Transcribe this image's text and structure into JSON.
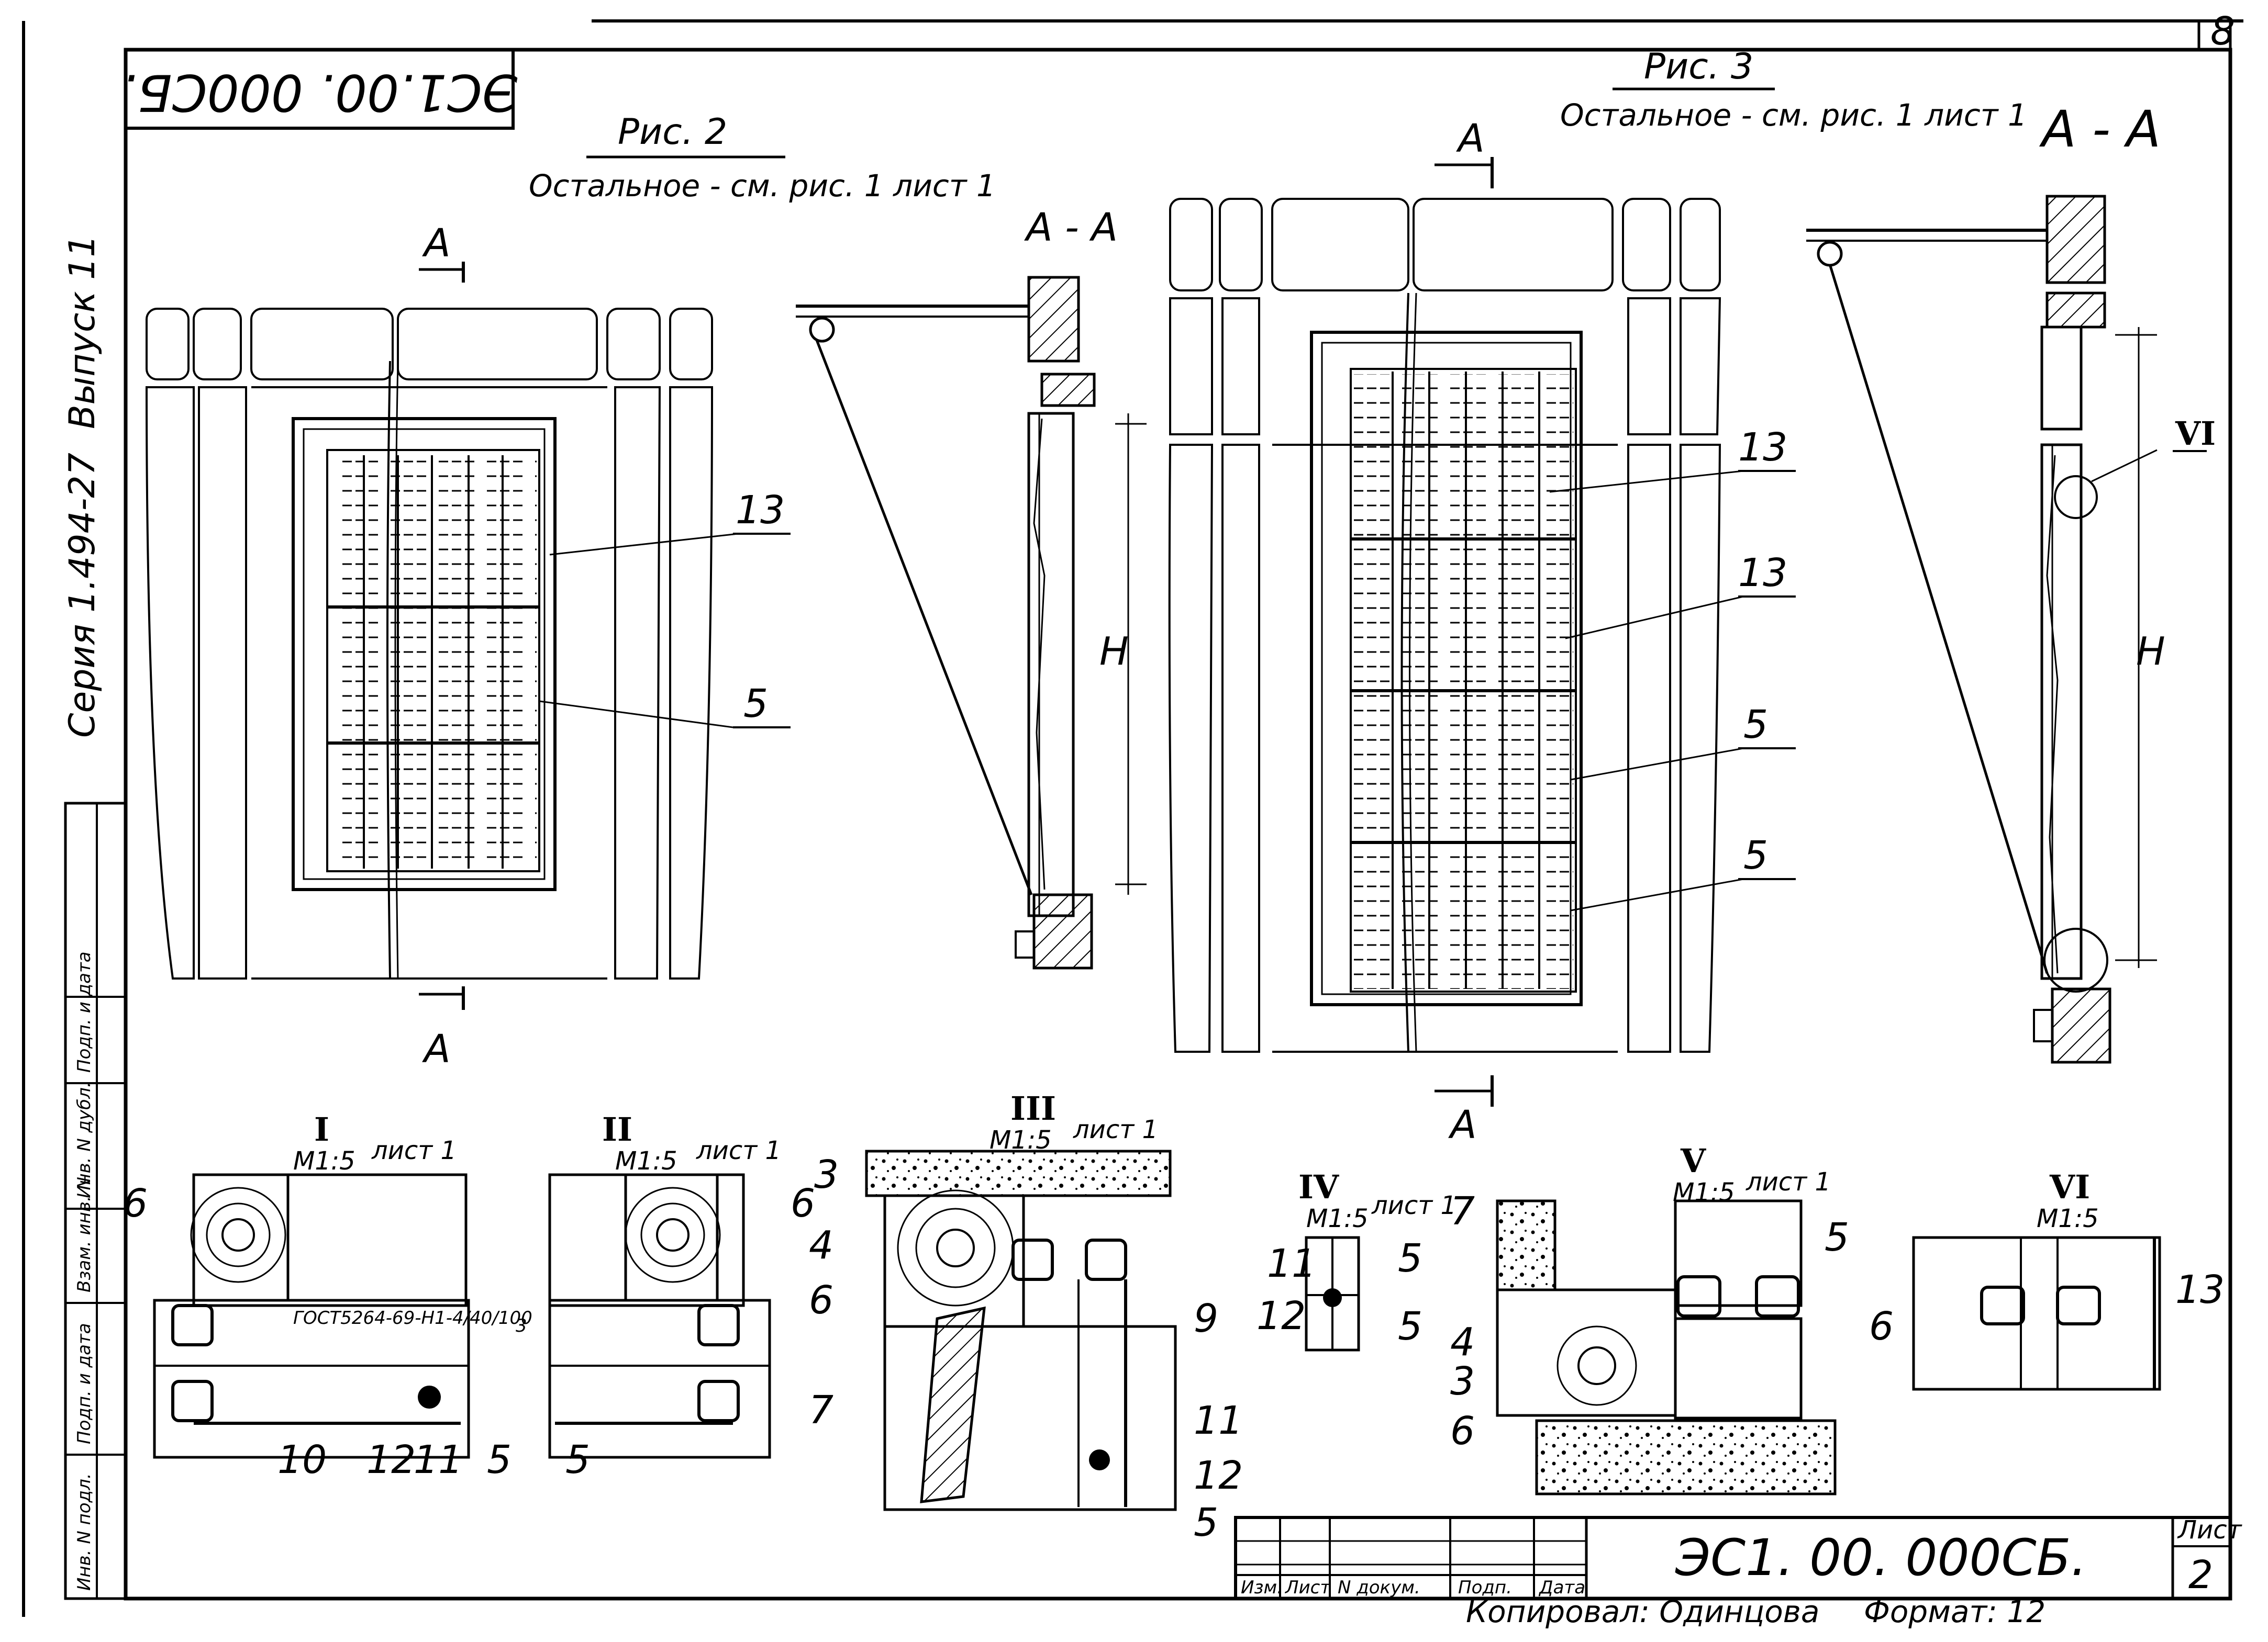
{
  "corner_code": "ЭС1.00. 000СБ.",
  "sheet_number_top": "8",
  "series_label": "Серия 1.494-27",
  "issue_label": "Выпуск 11",
  "margin_stamp": [
    "Инв. N подл.",
    "Подп. и дата",
    "Взам. инв. N",
    "Инв. N дубл.",
    "Подп. и дата"
  ],
  "fig2": {
    "title": "Рис. 2",
    "subtitle": "Остальное - см. рис. 1 лист 1",
    "section_letter": "А",
    "section_label": "А - А",
    "callouts": [
      "13",
      "5"
    ],
    "dimension": "Н"
  },
  "fig3": {
    "title": "Рис. 3",
    "subtitle": "Остальное - см. рис. 1 лист 1",
    "section_letter": "А",
    "section_label": "А - А",
    "callouts": [
      "13",
      "13",
      "5",
      "5"
    ],
    "dimension": "Н",
    "detail_mark": "VI"
  },
  "details": [
    {
      "mark": "I",
      "scale": "М1:5",
      "sheet": "лист 1",
      "callouts": [
        "6",
        "10",
        "12",
        "11",
        "5"
      ],
      "note": "ГОСТ5264-69-Н1-4/40/100",
      "note_num": "3"
    },
    {
      "mark": "II",
      "scale": "М1:5",
      "sheet": "лист 1",
      "callouts": [
        "6",
        "5"
      ]
    },
    {
      "mark": "III",
      "scale": "М1:5",
      "sheet": "лист 1",
      "callouts": [
        "3",
        "4",
        "6",
        "7",
        "9",
        "11",
        "12",
        "5"
      ]
    },
    {
      "mark": "IV",
      "scale": "М1:5",
      "sheet": "лист 1",
      "callouts": [
        "11",
        "12",
        "5",
        "5"
      ]
    },
    {
      "mark": "V",
      "scale": "М1:5",
      "sheet": "лист 1",
      "callouts": [
        "7",
        "5",
        "4",
        "3",
        "6"
      ]
    },
    {
      "mark": "VI",
      "scale": "М1:5",
      "callouts": [
        "6",
        "13"
      ]
    }
  ],
  "title_block": {
    "code": "ЭС1. 00. 000СБ.",
    "headers": [
      "Изм.",
      "Лист",
      "N докум.",
      "Подп.",
      "Дата"
    ],
    "sheet_label": "Лист",
    "sheet_value": "2",
    "copied": "Копировал: Одинцова",
    "format": "Формат: 12"
  }
}
